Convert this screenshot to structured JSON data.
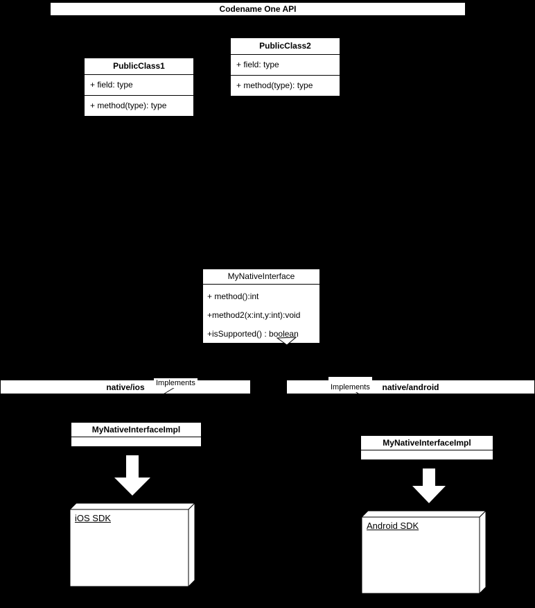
{
  "header": {
    "title": "Codename One API"
  },
  "classes": {
    "public_class_1": {
      "name": "PublicClass1",
      "members": [
        "+ field: type",
        "+ method(type): type"
      ]
    },
    "public_class_2": {
      "name": "PublicClass2",
      "members": [
        "+ field: type",
        "+ method(type): type"
      ]
    },
    "native_interface": {
      "name": "MyNativeInterface",
      "methods": [
        "+ method():int",
        "+method2(x:int,y:int):void",
        "+isSupported() : boolean"
      ]
    }
  },
  "platforms": {
    "ios": {
      "bar_label": "native/ios",
      "implements_label": "Implements",
      "impl_class": "MyNativeInterfaceImpl",
      "sdk_label": "iOS SDK"
    },
    "android": {
      "bar_label": "native/android",
      "implements_label": "Implements",
      "impl_class": "MyNativeInterfaceImpl",
      "sdk_label": "Android SDK"
    }
  },
  "colors": {
    "background": "#000000",
    "box_fill": "#ffffff",
    "line": "#000000",
    "text": "#000000"
  }
}
